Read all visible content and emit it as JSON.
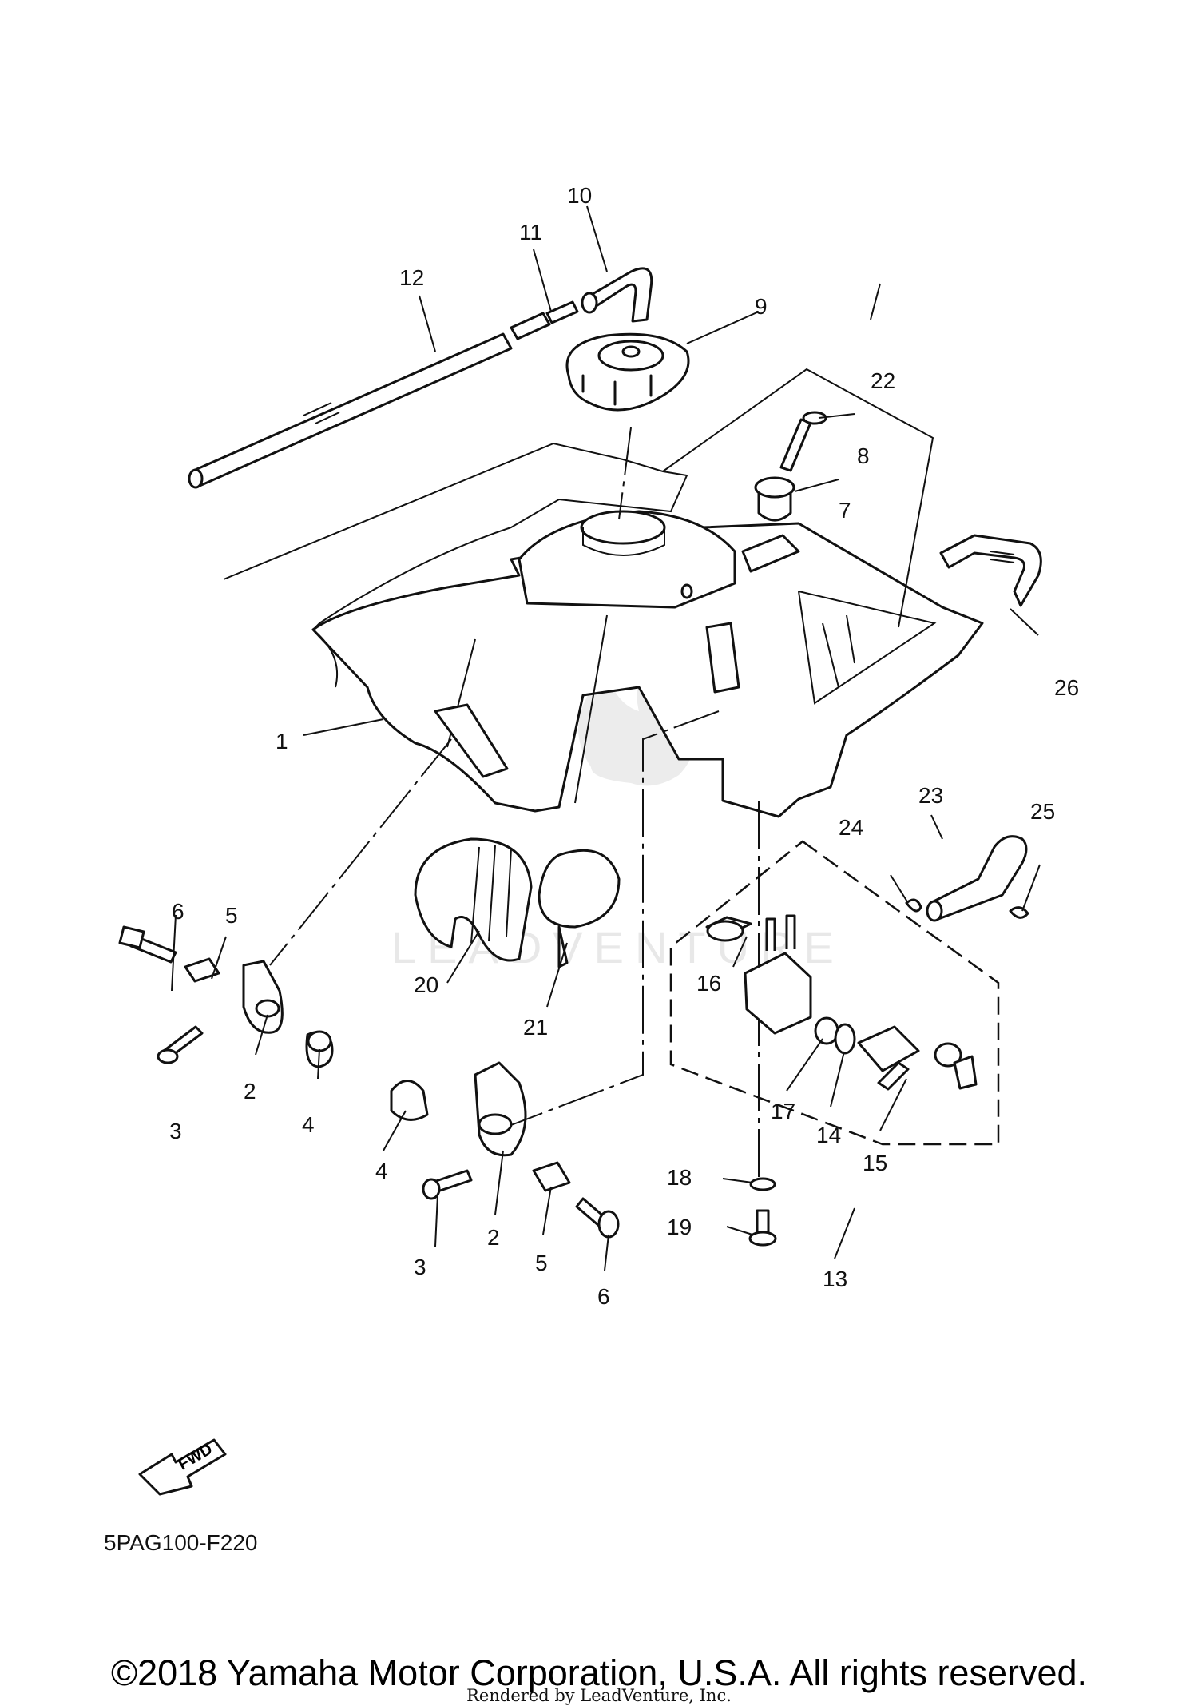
{
  "diagram": {
    "watermark": "LEADVENTURE",
    "fwd_label": "FWD",
    "drawing_code": "5PAG100-F220",
    "callouts": [
      {
        "id": "c1",
        "text": "1"
      },
      {
        "id": "c2a",
        "text": "2"
      },
      {
        "id": "c2b",
        "text": "2"
      },
      {
        "id": "c3a",
        "text": "3"
      },
      {
        "id": "c3b",
        "text": "3"
      },
      {
        "id": "c4a",
        "text": "4"
      },
      {
        "id": "c4b",
        "text": "4"
      },
      {
        "id": "c5a",
        "text": "5"
      },
      {
        "id": "c5b",
        "text": "5"
      },
      {
        "id": "c6a",
        "text": "6"
      },
      {
        "id": "c6b",
        "text": "6"
      },
      {
        "id": "c7",
        "text": "7"
      },
      {
        "id": "c8",
        "text": "8"
      },
      {
        "id": "c9",
        "text": "9"
      },
      {
        "id": "c10",
        "text": "10"
      },
      {
        "id": "c11",
        "text": "11"
      },
      {
        "id": "c12",
        "text": "12"
      },
      {
        "id": "c13",
        "text": "13"
      },
      {
        "id": "c14",
        "text": "14"
      },
      {
        "id": "c15",
        "text": "15"
      },
      {
        "id": "c16",
        "text": "16"
      },
      {
        "id": "c17",
        "text": "17"
      },
      {
        "id": "c18",
        "text": "18"
      },
      {
        "id": "c19",
        "text": "19"
      },
      {
        "id": "c20",
        "text": "20"
      },
      {
        "id": "c21",
        "text": "21"
      },
      {
        "id": "c22",
        "text": "22"
      },
      {
        "id": "c23",
        "text": "23"
      },
      {
        "id": "c24",
        "text": "24"
      },
      {
        "id": "c25",
        "text": "25"
      },
      {
        "id": "c26",
        "text": "26"
      }
    ]
  },
  "footer": {
    "copyright": "©2018 Yamaha Motor Corporation, U.S.A. All rights reserved.",
    "rendered_by": "Rendered by LeadVenture, Inc."
  }
}
